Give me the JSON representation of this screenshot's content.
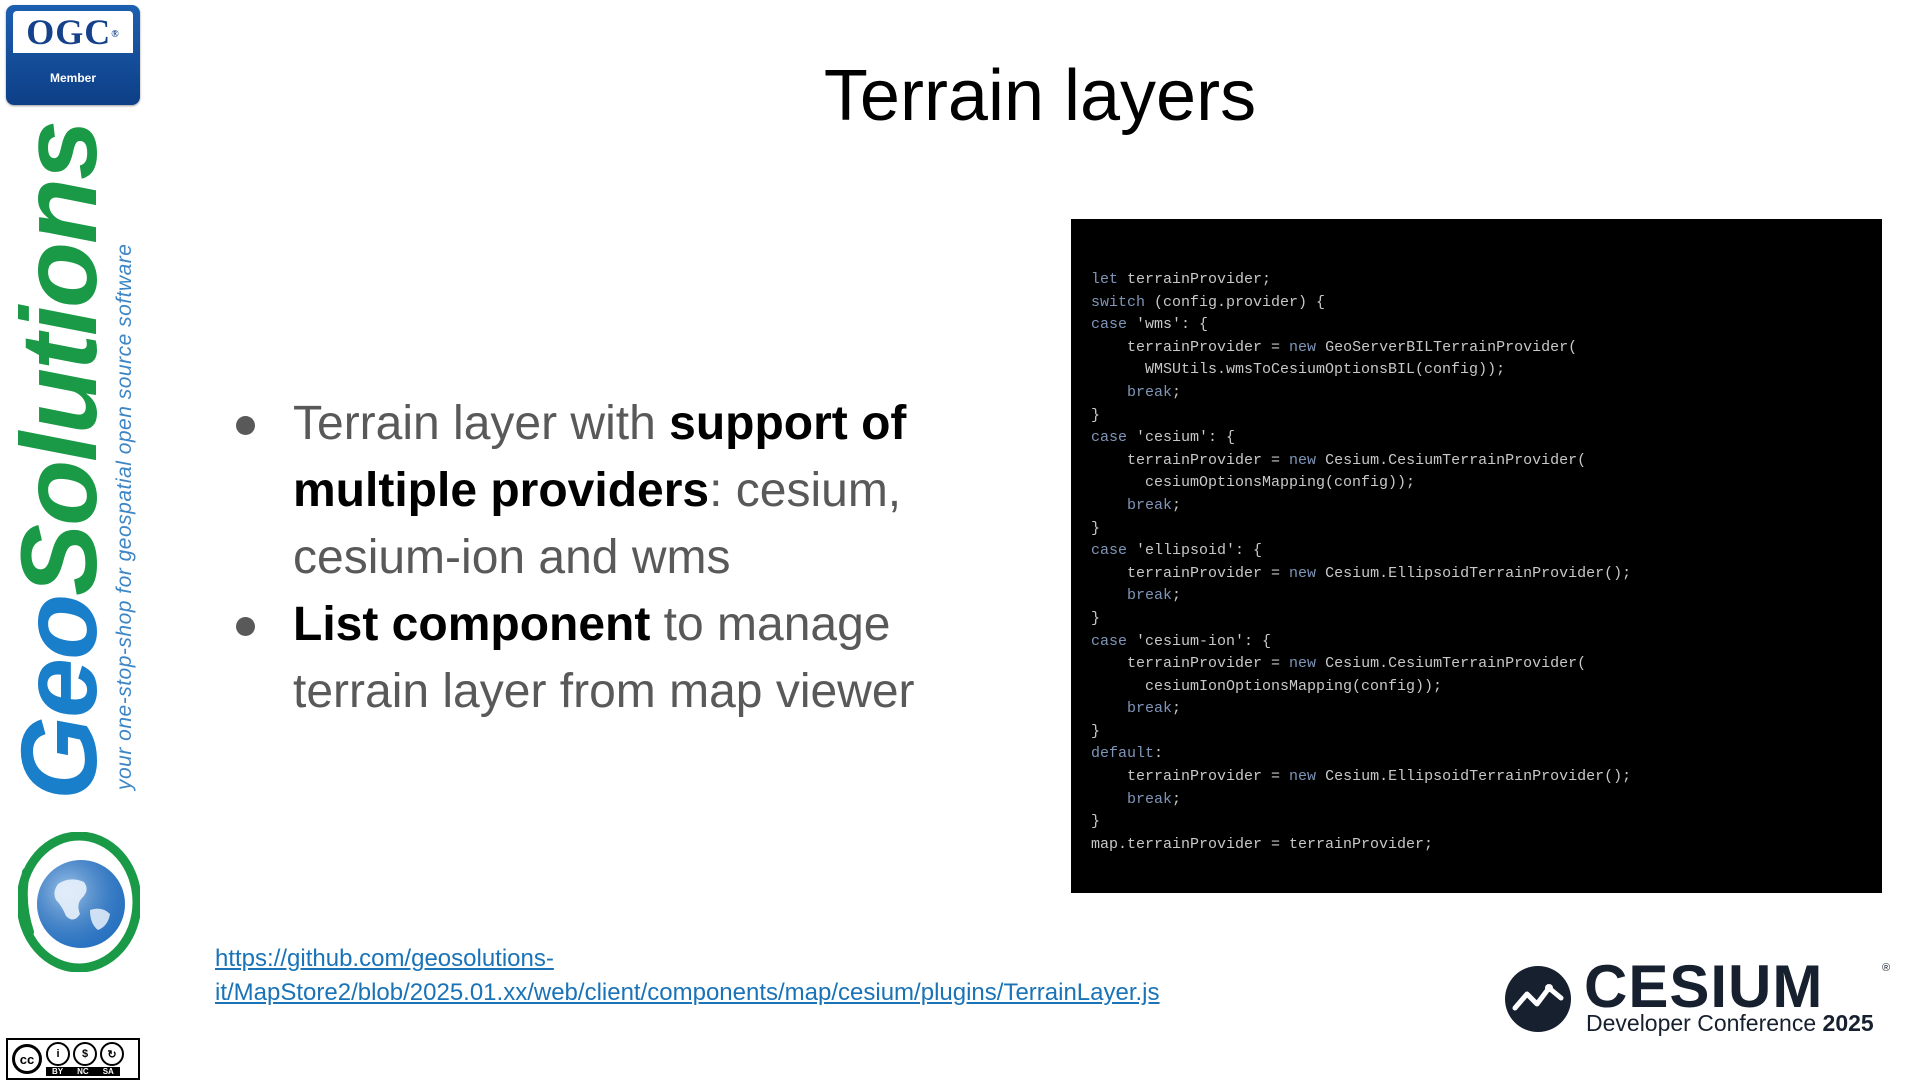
{
  "slide": {
    "title": "Terrain layers"
  },
  "ogc_badge": {
    "logo_text": "OGC",
    "registered": "®",
    "label": "Member"
  },
  "brand": {
    "name_part1": "Geo",
    "name_part2": "Solutions",
    "tagline": "your one-stop-shop for geospatial open source software",
    "globe_icon": "globe-icon"
  },
  "license_badge": {
    "cc": "cc",
    "icons": [
      "by-icon",
      "nc-icon",
      "sa-icon"
    ],
    "labels": [
      "BY",
      "NC",
      "SA"
    ]
  },
  "bullets": [
    {
      "parts": [
        {
          "text": "Terrain layer with ",
          "bold": false
        },
        {
          "text": "support of multiple providers",
          "bold": true
        },
        {
          "text": ": cesium, cesium-ion and wms",
          "bold": false
        }
      ]
    },
    {
      "parts": [
        {
          "text": "List component",
          "bold": true
        },
        {
          "text": " to manage terrain layer from map viewer",
          "bold": false
        }
      ]
    }
  ],
  "code_lines": [
    "let terrainProvider;",
    "switch (config.provider) {",
    "case 'wms': {",
    "    terrainProvider = new GeoServerBILTerrainProvider(",
    "      WMSUtils.wmsToCesiumOptionsBIL(config));",
    "    break;",
    "}",
    "case 'cesium': {",
    "    terrainProvider = new Cesium.CesiumTerrainProvider(",
    "      cesiumOptionsMapping(config));",
    "    break;",
    "}",
    "case 'ellipsoid': {",
    "    terrainProvider = new Cesium.EllipsoidTerrainProvider();",
    "    break;",
    "}",
    "case 'cesium-ion': {",
    "    terrainProvider = new Cesium.CesiumTerrainProvider(",
    "      cesiumIonOptionsMapping(config));",
    "    break;",
    "}",
    "default:",
    "    terrainProvider = new Cesium.EllipsoidTerrainProvider();",
    "    break;",
    "}",
    "map.terrainProvider = terrainProvider;"
  ],
  "link": {
    "line1": "https://github.com/geosolutions-",
    "line2": "it/MapStore2/blob/2025.01.xx/web/client/components/map/cesium/plugins/TerrainLayer.js"
  },
  "cesium_logo": {
    "word": "CESIUM",
    "registered": "®",
    "subtitle": "Developer Conference ",
    "year": "2025"
  },
  "colors": {
    "code_keyword": "#7f95b8",
    "link": "#1a73b7",
    "brand_blue": "#1a7fcb",
    "brand_green": "#1a9946"
  }
}
